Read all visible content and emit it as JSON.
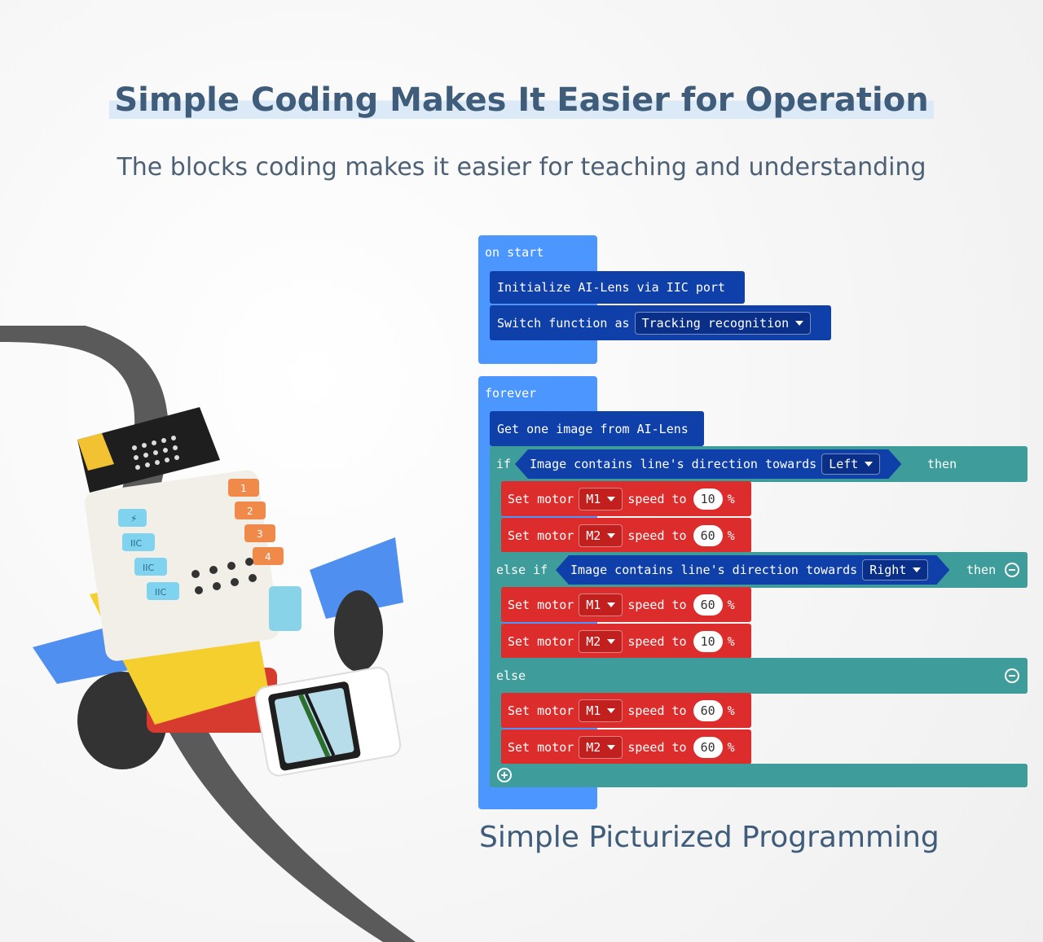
{
  "header": {
    "title": "Simple Coding Makes It Easier for Operation",
    "subtitle": "The blocks coding makes it easier for teaching and understanding"
  },
  "footer": {
    "caption": "Simple Picturized Programming"
  },
  "robot": {
    "port_labels": [
      "IIC",
      "IIC",
      "IIC"
    ],
    "number_labels": [
      "1",
      "2",
      "3",
      "4"
    ]
  },
  "on_start": {
    "label": "on start",
    "init_block": "Initialize AI-Lens via IIC port",
    "switch_block": "Switch function as",
    "switch_value": "Tracking recognition"
  },
  "forever": {
    "label": "forever",
    "get_image": "Get one image from AI-Lens",
    "if_label": "if",
    "then_label": "then",
    "else_if_label": "else if",
    "else_label": "else",
    "condition_text": "Image contains line's direction towards",
    "condition_left": "Left",
    "condition_right": "Right",
    "motor_set": "Set motor",
    "motor_speed": "speed to",
    "percent": "%",
    "if_branch": [
      {
        "motor": "M1",
        "speed": "10"
      },
      {
        "motor": "M2",
        "speed": "60"
      }
    ],
    "elseif_branch": [
      {
        "motor": "M1",
        "speed": "60"
      },
      {
        "motor": "M2",
        "speed": "10"
      }
    ],
    "else_branch": [
      {
        "motor": "M1",
        "speed": "60"
      },
      {
        "motor": "M2",
        "speed": "60"
      }
    ]
  },
  "colors": {
    "hat_block": "#4c97ff",
    "ai_block": "#0f3fa8",
    "control_block": "#3e9c9a",
    "motor_block": "#dd2c2c",
    "title_text": "#3f5d7a"
  }
}
